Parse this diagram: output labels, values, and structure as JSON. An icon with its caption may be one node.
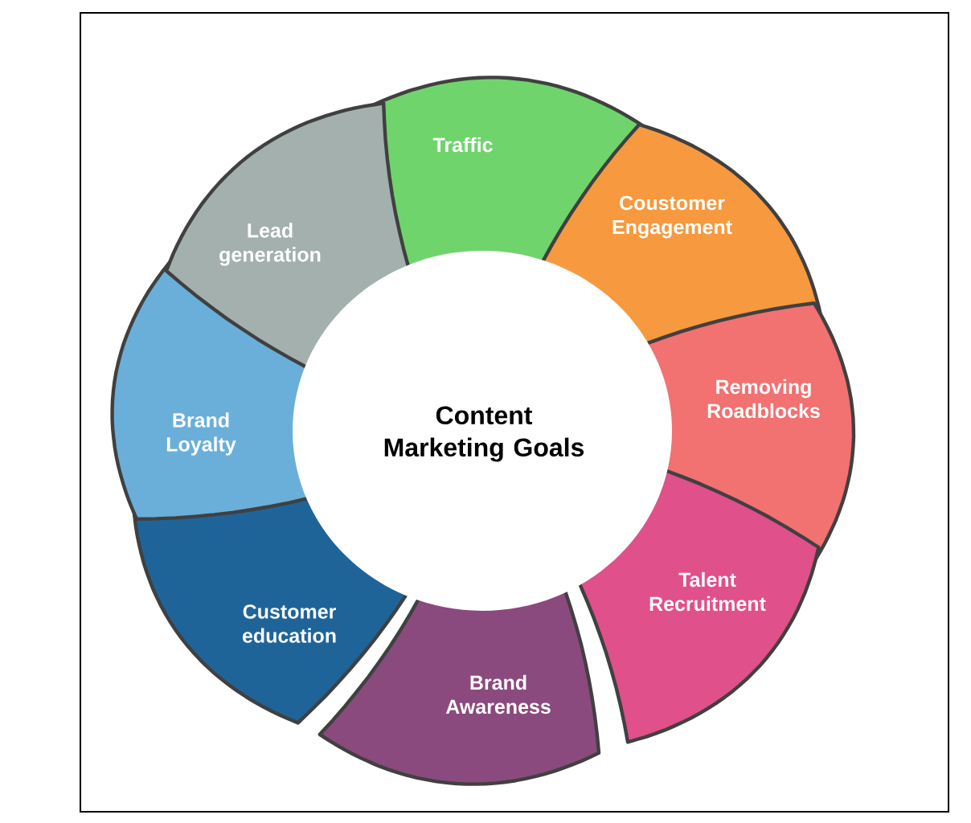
{
  "diagram": {
    "nodes": [
      {
        "text": [
          "Content Marketing Goals"
        ]
      },
      {
        "text": [
          "Traffic"
        ]
      },
      {
        "text": [
          "Coustomer Engagement"
        ]
      },
      {
        "text": [
          "Removing Roadblocks"
        ]
      },
      {
        "text": [
          "Talent Recruitment"
        ]
      },
      {
        "text": [
          "Brand Awareness"
        ]
      },
      {
        "text": [
          "Customer education"
        ]
      },
      {
        "text": [
          "Brand Loyalty"
        ]
      },
      {
        "text": [
          "Lead generation"
        ]
      }
    ]
  }
}
